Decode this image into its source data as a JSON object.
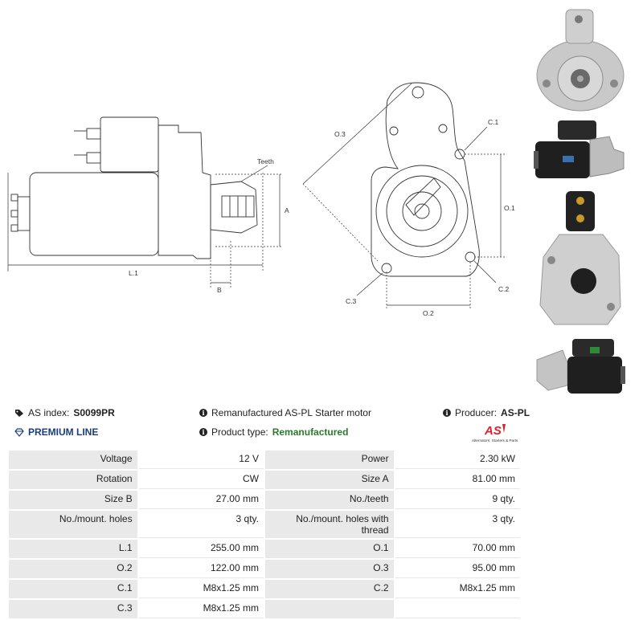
{
  "diagram": {
    "labels": {
      "teeth": "Teeth",
      "a": "A",
      "b": "B",
      "l1": "L.1",
      "o1": "O.1",
      "o2": "O.2",
      "o3": "O.3",
      "c1": "C.1",
      "c2": "C.2",
      "c3": "C.3"
    }
  },
  "header": {
    "as_index_label": "AS index:",
    "as_index_value": "S0099PR",
    "description": "Remanufactured AS-PL Starter motor",
    "producer_label": "Producer:",
    "producer_value": "AS-PL",
    "premium_line": "PREMIUM LINE",
    "product_type_label": "Product type:",
    "product_type_value": "Remanufactured",
    "logo_text": "AS",
    "logo_tagline": "Alternators, Starters & Parts"
  },
  "specs": [
    {
      "k1": "Voltage",
      "v1": "12 V",
      "k2": "Power",
      "v2": "2.30 kW"
    },
    {
      "k1": "Rotation",
      "v1": "CW",
      "k2": "Size A",
      "v2": "81.00 mm"
    },
    {
      "k1": "Size B",
      "v1": "27.00 mm",
      "k2": "No./teeth",
      "v2": "9 qty."
    },
    {
      "k1": "No./mount. holes",
      "v1": "3 qty.",
      "k2": "No./mount. holes with thread",
      "v2": "3 qty."
    },
    {
      "k1": "L.1",
      "v1": "255.00 mm",
      "k2": "O.1",
      "v2": "70.00 mm"
    },
    {
      "k1": "O.2",
      "v1": "122.00 mm",
      "k2": "O.3",
      "v2": "95.00 mm"
    },
    {
      "k1": "C.1",
      "v1": "M8x1.25 mm",
      "k2": "C.2",
      "v2": "M8x1.25 mm"
    },
    {
      "k1": "C.3",
      "v1": "M8x1.25 mm",
      "k2": "",
      "v2": ""
    }
  ],
  "colors": {
    "brand_blue": "#1a3d7c",
    "product_green": "#2c7a2c",
    "logo_red": "#d8232a",
    "table_key_bg": "#e9e9e9"
  },
  "icons": [
    "tag-icon",
    "info-icon",
    "diamond-icon"
  ]
}
